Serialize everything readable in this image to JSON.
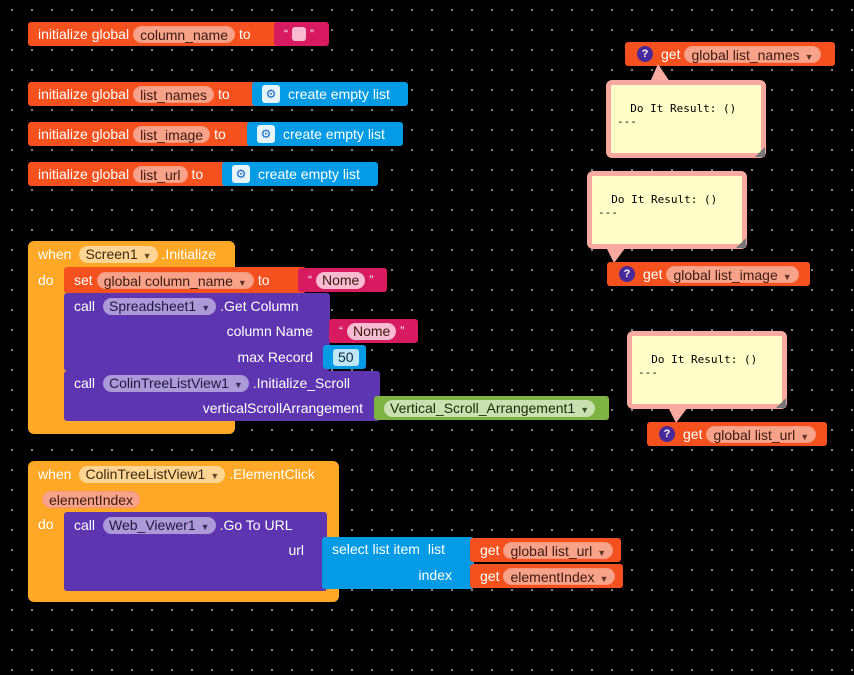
{
  "globals": [
    {
      "kw": "initialize global",
      "name": "column_name",
      "to": "to",
      "value_type": "text",
      "value": ""
    },
    {
      "kw": "initialize global",
      "name": "list_names",
      "to": "to",
      "value": "create empty list"
    },
    {
      "kw": "initialize global",
      "name": "list_image",
      "to": "to",
      "value": "create empty list"
    },
    {
      "kw": "initialize global",
      "name": "list_url",
      "to": "to",
      "value": "create empty list"
    }
  ],
  "quote_open": "“",
  "quote_close": "”",
  "screen_init": {
    "when": "when",
    "component": "Screen1",
    "event": ".Initialize",
    "do": "do",
    "set": "set",
    "set_var": "global column_name",
    "to": "to",
    "set_value": "Nome",
    "call1": "call",
    "call1_comp": "Spreadsheet1",
    "call1_method": ".Get Column",
    "arg_column_label": "column Name",
    "arg_column_value": "Nome",
    "arg_max_label": "max Record",
    "arg_max_value": "50",
    "call2": "call",
    "call2_comp": "ColinTreeListView1",
    "call2_method": ".Initialize_Scroll",
    "arg_scroll_label": "verticalScrollArrangement",
    "arg_scroll_value": "Vertical_Scroll_Arrangement1"
  },
  "element_click": {
    "when": "when",
    "component": "ColinTreeListView1",
    "event": ".ElementClick",
    "param": "elementIndex",
    "do": "do",
    "call": "call",
    "call_comp": "Web_Viewer1",
    "call_method": ".Go To URL",
    "arg_url_label": "url",
    "select": "select list item",
    "list_label": "list",
    "get": "get",
    "list_var": "global list_url",
    "index_label": "index",
    "index_var": "elementIndex"
  },
  "watchers": [
    {
      "get": "get",
      "var": "global list_names",
      "result": "Do It Result: ()\n---"
    },
    {
      "get": "get",
      "var": "global list_image",
      "result": "Do It Result: ()\n---"
    },
    {
      "get": "get",
      "var": "global list_url",
      "result": "Do It Result: ()\n---"
    }
  ],
  "icons": {
    "gear": "gear-icon",
    "help": "question-mark-icon",
    "dropdown": "▼"
  }
}
